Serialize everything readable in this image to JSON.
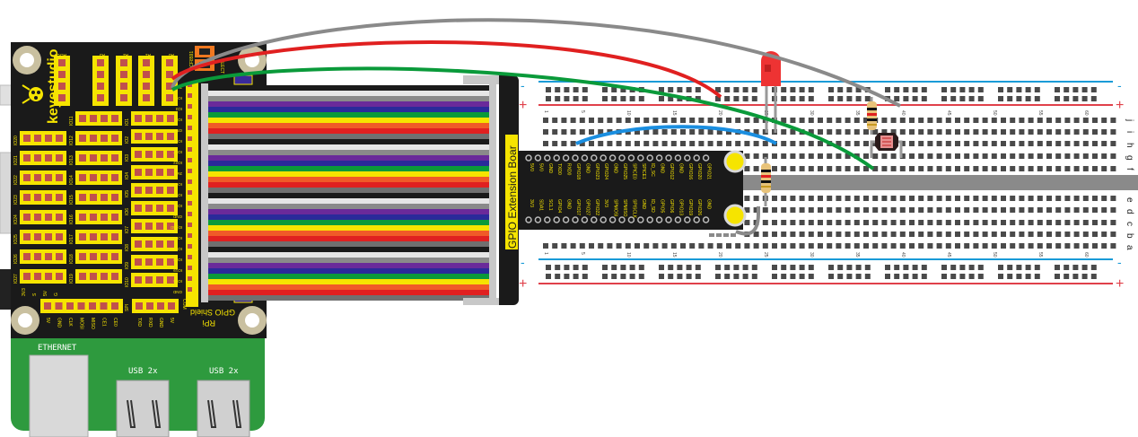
{
  "colors": {
    "pcb_black": "#1a1a1a",
    "pi_green": "#2e9a3e",
    "header_yellow": "#f6e400",
    "pin_red": "#c0504d",
    "rail_blue": "#1a9bd7",
    "rail_red": "#e0404a",
    "hole": "#4a4a4a",
    "wire_red": "#e02020",
    "wire_green": "#0a9a3a",
    "wire_gray": "#8a8a8a",
    "wire_blue": "#1a8ee0",
    "led_red": "#ee3333",
    "ribbon": [
      "#1a1a1a",
      "#e6e6e6",
      "#8a8a8a",
      "#6a2a9a",
      "#2a2a9a",
      "#0a9a3a",
      "#f6e400",
      "#f05a28",
      "#e02020",
      "#707070"
    ]
  },
  "shield": {
    "brand": "keyestudio",
    "title": "GPIO Shield",
    "subtitle": "RPi",
    "top_headers": [
      "AOUT",
      "A3",
      "A2",
      "A1",
      "A0"
    ],
    "aout_pins": [
      "G",
      "5V",
      "S",
      "3V3"
    ],
    "chip_label": "PCF8591",
    "elec_label": "ELECT",
    "left_io": [
      "IO20",
      "IO21",
      "IO22",
      "IO23",
      "IO24",
      "IO25",
      "IO26",
      "IO27"
    ],
    "mid_io": [
      "IO11",
      "IO12",
      "IO13",
      "IO14",
      "IO15",
      "IO16",
      "IO17",
      "IO18",
      "IO19"
    ],
    "right_io": [
      "IO1",
      "IO2",
      "IO3",
      "IO4",
      "IO5",
      "IO6",
      "IO7",
      "IO8",
      "IO9",
      "IO10"
    ],
    "pin_row_labels": [
      "3V3",
      "S",
      "5V",
      "G"
    ],
    "spi_label": "SPI",
    "spi_pins": [
      "5V",
      "GND",
      "CLK",
      "MOSI",
      "MISO",
      "CE1",
      "CE0"
    ],
    "com_label": "COM",
    "com_pins": [
      "TXD",
      "RXD",
      "GND",
      "5V"
    ],
    "side_labels": [
      "3V3",
      "IO2",
      "IO3",
      "IO4",
      "GND",
      "IO17",
      "IO27",
      "IO22",
      "3V3",
      "IO10",
      "IO9",
      "IO11",
      "GND",
      "ID_SD",
      "IO5",
      "IO6",
      "IO13",
      "IO19",
      "IO26",
      "GND"
    ]
  },
  "pi": {
    "ethernet_label": "ETHERNET",
    "usb_labels": [
      "USB 2x",
      "USB 2x"
    ]
  },
  "extension_board": {
    "title": "GPIO Extension Boar",
    "top_row": [
      "5V0",
      "5V0",
      "GND",
      "TXD0",
      "RXD0",
      "GPIO18",
      "GND",
      "GPIO23",
      "GPIO24",
      "GND",
      "GPIO25",
      "SPICE0",
      "SPICE1",
      "ID_SC",
      "GND",
      "GPIO12",
      "GND",
      "GPIO16",
      "GPIO20",
      "GPIO21"
    ],
    "bottom_row": [
      "3V3",
      "SDA1",
      "SCL1",
      "GPIO4",
      "GND",
      "GPIO17",
      "GPIO27",
      "GPIO22",
      "3V3",
      "SPMOSI",
      "SPMISO",
      "SPISCLK",
      "GND",
      "ID_SD",
      "GPIO5",
      "GPIO6",
      "GPIO13",
      "GPIO19",
      "GPIO26",
      "GND"
    ]
  },
  "breadboard": {
    "row_letters_top": [
      "j",
      "i",
      "h",
      "g",
      "f"
    ],
    "row_letters_bottom": [
      "e",
      "d",
      "c",
      "b",
      "a"
    ],
    "rail_minus": "-",
    "rail_plus": "+",
    "column_numbers": [
      "1",
      "5",
      "10",
      "15",
      "20",
      "25",
      "30",
      "35",
      "40",
      "45",
      "50",
      "55",
      "60"
    ],
    "columns": 63
  },
  "components": {
    "led": "LED (red)",
    "resistor_1": "Resistor",
    "resistor_2": "Resistor",
    "photoresistor": "Photoresistor"
  }
}
